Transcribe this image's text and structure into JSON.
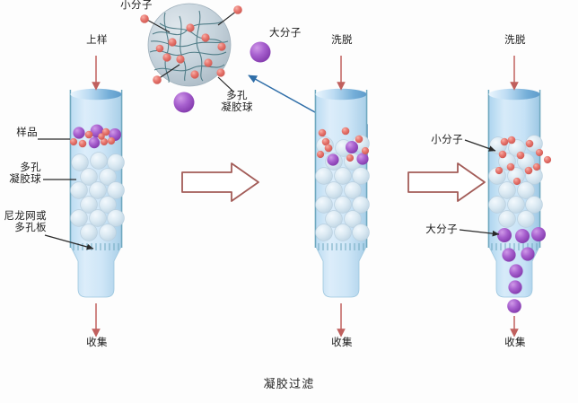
{
  "figure": {
    "title": "凝胶过滤",
    "title_en_meaning": "gel filtration"
  },
  "legend": {
    "small_molecule": "小分子",
    "large_molecule": "大分子",
    "porous_gel_bead": "多孔\n凝胶球"
  },
  "columns": [
    {
      "id": "column-1-loading",
      "top_label": "上样",
      "bottom_label": "收集",
      "side_labels": [
        {
          "name": "sample",
          "text": "样品"
        },
        {
          "name": "porous-gel-bead",
          "text": "多孔\n凝胶球"
        },
        {
          "name": "nylon-mesh",
          "text": "尼龙网或\n多孔板"
        }
      ]
    },
    {
      "id": "column-2-elution",
      "top_label": "洗脱",
      "bottom_label": "收集",
      "side_labels": []
    },
    {
      "id": "column-3-separation",
      "top_label": "洗脱",
      "bottom_label": "收集",
      "side_labels": [
        {
          "name": "small-molecule",
          "text": "小分子"
        },
        {
          "name": "large-molecule",
          "text": "大分子"
        }
      ]
    }
  ],
  "colors": {
    "small_molecule": "#e4706a",
    "small_molecule_dark": "#c1534f",
    "large_molecule": "#9b4fc4",
    "large_molecule_light": "#b57fd6",
    "gel_bead": "#d4e3ee",
    "gel_bead_edge": "#b9cfdf",
    "liquid": "#cfe6f7",
    "column_glass": "#6fa8bf",
    "flow_arrow": "#c0605e",
    "step_arrow": "#a35c58",
    "pointer_line": "#2a2a2a",
    "callout_blue": "#2f6ea8",
    "magnified_bead": "#c3cfd8",
    "mesh_line": "#3d6f7a"
  },
  "chart_data": {
    "type": "diagram",
    "description": "Size-exclusion (gel filtration) chromatography three-stage schematic",
    "stages": [
      {
        "step": 1,
        "label": "上样",
        "note": "sample mixture of small and large molecules applied on top of gel bed"
      },
      {
        "step": 2,
        "label": "洗脱",
        "note": "buffer elution, molecules begin entering the porous gel bed"
      },
      {
        "step": 3,
        "label": "洗脱",
        "note": "large molecules excluded and elute first, small molecules retained in pores"
      }
    ],
    "particles": {
      "small_molecule_color": "#e4706a",
      "large_molecule_color": "#9b4fc4"
    }
  }
}
